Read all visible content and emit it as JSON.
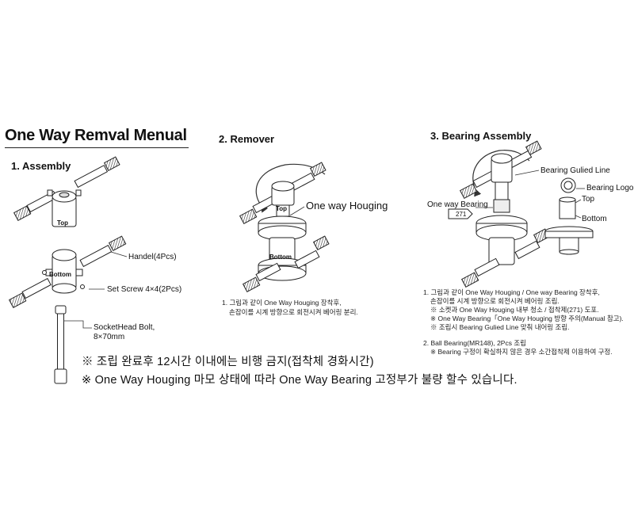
{
  "main_title": "One Way Remval Menual",
  "sections": {
    "assembly": {
      "title": "1. Assembly",
      "labels": {
        "top": "Top",
        "bottom": "Bottom",
        "handel": "Handel(4Pcs)",
        "set_screw": "Set Screw 4×4(2Pcs)",
        "socket_head_line1": "SocketHead Bolt,",
        "socket_head_line2": "8×70mm"
      }
    },
    "remover": {
      "title": "2. Remover",
      "labels": {
        "top": "Top",
        "bottom": "Bottom",
        "one_way_houging": "One way Houging"
      },
      "note_lines": [
        "1. 그림과 같이 One Way Houging 장착후,",
        "손잡이를 시계 방향으로 회전시켜 베어링 분리."
      ]
    },
    "bearing_assembly": {
      "title": "3. Bearing Assembly",
      "labels": {
        "bearing_guide_line": "Bearing Gulied Line",
        "bearing_logo": "Bearing Logo",
        "top": "Top",
        "bottom": "Bottom",
        "one_way_bearing": "One way Bearing",
        "part_number": "271"
      },
      "note_lines": [
        "1. 그림과 같이 One Way Houging / One way Bearing 장착후,",
        "손잡이를 시계 방향으로 회전시켜 베어링 조립.",
        "※ 소켓과 One Way Houging 내부 청소 / 접착제(271) 도포.",
        "※ One Way Bearing「One Way Houging 방향 주의(Manual 참고).",
        "※ 조립시 Bearing Gulied Line 맞춰 내어링 조립."
      ],
      "note2_lines": [
        "2. Ball Bearing(MR148), 2Pcs 조립",
        "※ Bearing 구정이 확실하지 않은 경우 소간접착제 이용하여 구정."
      ]
    }
  },
  "warnings": [
    "※ 조립 완료후 12시간 이내에는 비행 금지(접착체 경화시간)",
    "※ One Way Houging 마모 상태에 따라 One Way Bearing 고정부가 불량 할수 있습니다."
  ],
  "icons": [
    "rotation-arrow-icon"
  ]
}
